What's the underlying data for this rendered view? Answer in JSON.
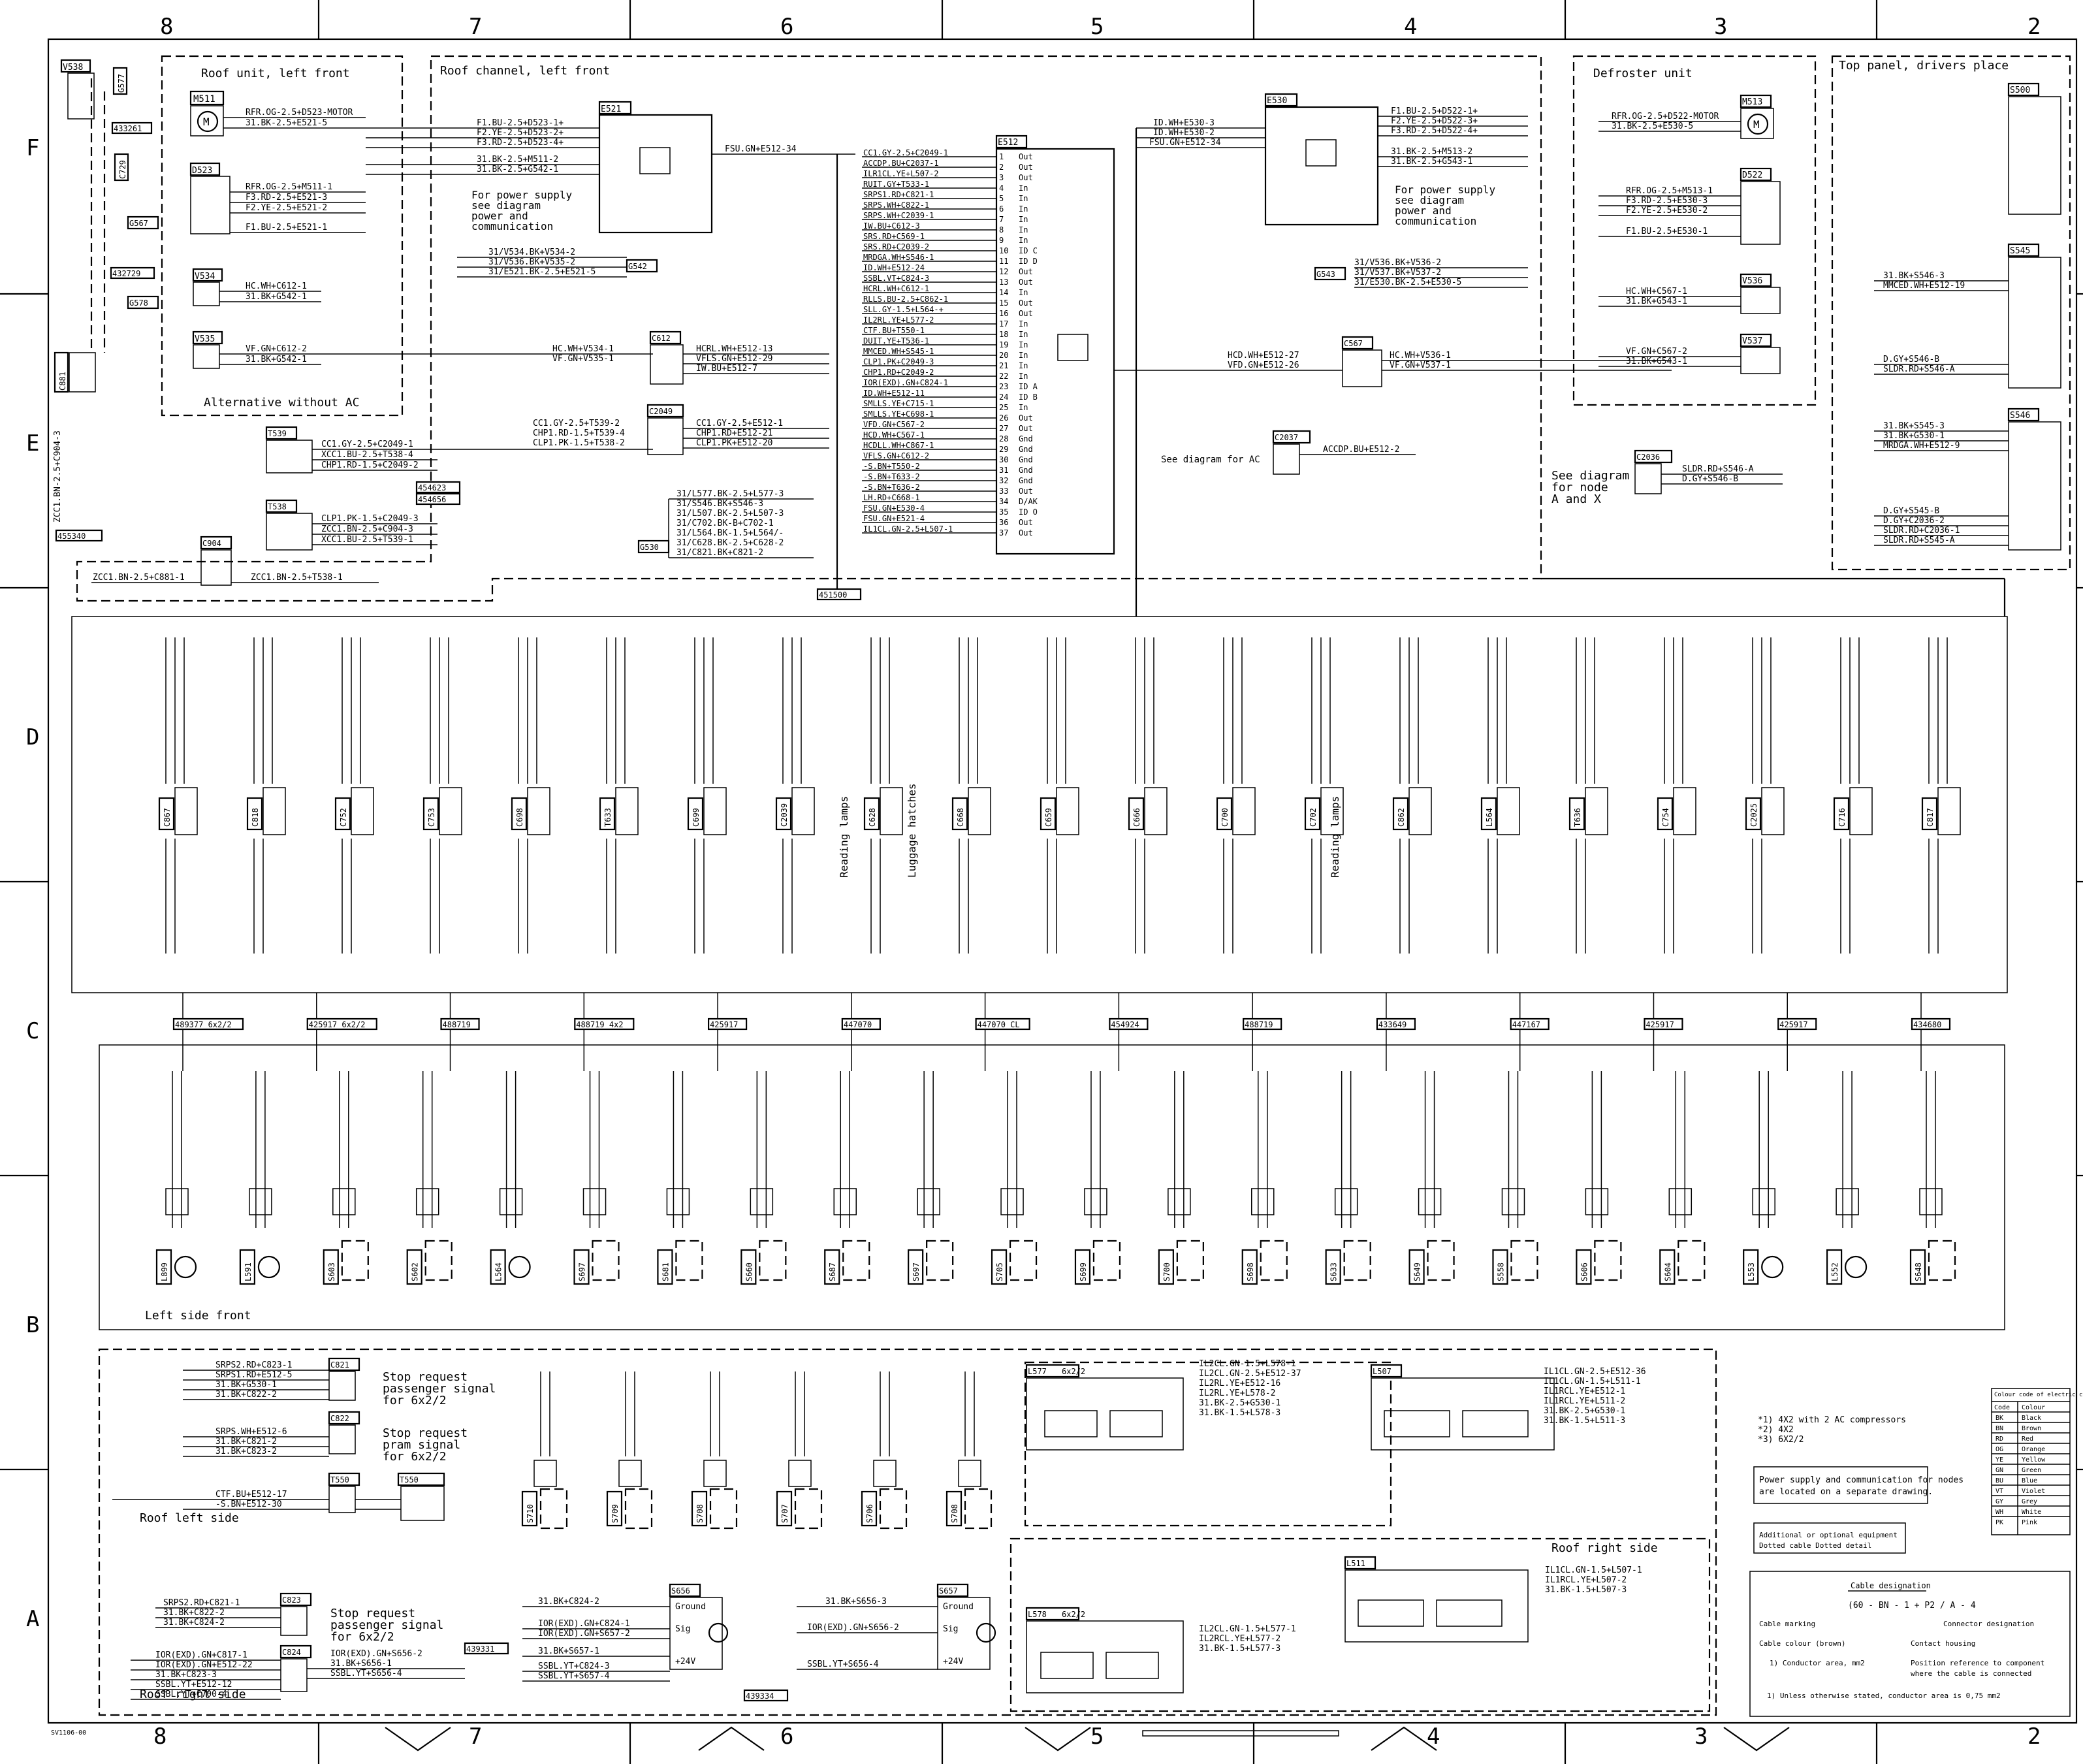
{
  "border": {
    "columns": [
      "8",
      "7",
      "6",
      "5",
      "4",
      "3",
      "2"
    ],
    "rows": [
      "F",
      "E",
      "D",
      "C",
      "B",
      "A"
    ],
    "sheet_id": "SV1106-00"
  },
  "sections": {
    "roof_unit": "Roof unit, left front",
    "alt_no_ac": "Alternative without AC",
    "roof_channel": "Roof channel, left front",
    "defroster": "Defroster unit",
    "top_panel": "Top panel, drivers place",
    "left_side_front": "Left side front",
    "roof_left": "Roof left side",
    "roof_right_bottom": "Roof right side",
    "roof_right": "Roof right side"
  },
  "notes": {
    "power_supply": [
      "For power supply",
      "see diagram",
      "power and",
      "communication"
    ],
    "see_ac": "See diagram for AC",
    "see_node": [
      "See diagram",
      "for node",
      "A and X"
    ],
    "reading_lamps": "Reading lamps",
    "luggage_hatches": "Luggage hatches",
    "compressor_notes": [
      "*1) 4X2 with 2 AC compressors",
      "*2) 4X2",
      "*3) 6X2/2"
    ],
    "power_nodes": [
      "Power supply and communication for nodes",
      "are located on a separate drawing."
    ],
    "optional": [
      "Additional or optional equipment",
      "Dotted cable  Dotted detail"
    ],
    "stop_pass": [
      "Stop request",
      "passenger signal",
      "for 6x2/2"
    ],
    "stop_pram": [
      "Stop request",
      "pram signal",
      "for 6x2/2"
    ],
    "stop_pass_a": [
      "Stop request",
      "passenger signal",
      "for 6x2/2"
    ]
  },
  "components": {
    "E521": "E521",
    "E512": "E512",
    "E530": "E530",
    "M511": "M511",
    "M513": "M513",
    "D523": "D523",
    "D522": "D522",
    "V534": "V534",
    "V535": "V535",
    "V536": "V536",
    "V537": "V537",
    "V538": "V538",
    "G577": "G577",
    "C729": "C729",
    "G567": "G567",
    "G578": "G578",
    "C881": "C881",
    "C904": "C904",
    "T539": "T539",
    "T538": "T538",
    "C612": "C612",
    "C2049": "C2049",
    "G530": "G530",
    "G542": "G542",
    "G543": "G543",
    "C567": "C567",
    "C2037": "C2037",
    "C2036": "C2036",
    "S500": "S500",
    "S545": "S545",
    "S546": "S546",
    "C821": "C821",
    "C822": "C822",
    "T550": "T550",
    "T550b": "T550",
    "C823": "C823",
    "C824": "C824",
    "S656": "S656",
    "S657": "S657",
    "L577": "L577",
    "L507": "L507",
    "L511": "L511",
    "L578": "L578",
    "id_433261": "433261",
    "id_432729": "432729",
    "id_455340": "455340",
    "id_454623": "454623",
    "id_454656": "454656",
    "id_451500": "451500",
    "id_439331": "439331",
    "id_439334": "439334"
  },
  "wires": {
    "m511a": "RFR.OG-2.5+D523-MOTOR",
    "m511b": "31.BK-2.5+E521-5",
    "d523a": "RFR.OG-2.5+M511-1",
    "d523b": "F3.RD-2.5+E521-3",
    "d523c": "F2.YE-2.5+E521-2",
    "d523d": "F1.BU-2.5+E521-1",
    "v534a": "HC.WH+C612-1",
    "v534b": "31.BK+G542-1",
    "v535a": "VF.GN+C612-2",
    "v535b": "31.BK+G542-1",
    "e521a": "F1.BU-2.5+D523-1+",
    "e521b": "F2.YE-2.5+D523-2+",
    "e521c": "F3.RD-2.5+D523-4+",
    "e521d": "31.BK-2.5+M511-2",
    "e521e": "31.BK-2.5+G542-1",
    "e521f": "FSU.GN+E512-34",
    "g542a": "31/V534.BK+V534-2",
    "g542b": "31/V536.BK+V535-2",
    "g542c": "31/E521.BK-2.5+E521-5",
    "c612a": "HC.WH+V534-1",
    "c612b": "VF.GN+V535-1",
    "c612c": "HCRL.WH+E512-13",
    "c612d": "VFLS.GN+E512-29",
    "c612e": "IW.BU+E512-7",
    "c2049a": "CC1.GY-2.5+T539-2",
    "c2049b": "CHP1.RD-1.5+T539-4",
    "c2049c": "CLP1.PK-1.5+T538-2",
    "c2049d": "CC1.GY-2.5+E512-1",
    "c2049e": "CHP1.RD+E512-21",
    "c2049f": "CLP1.PK+E512-20",
    "t539a": "CC1.GY-2.5+C2049-1",
    "t539b": "XCC1.BU-2.5+T538-4",
    "t539c": "CHP1.RD-1.5+C2049-2",
    "t538a": "CLP1.PK-1.5+C2049-3",
    "t538b": "ZCC1.BN-2.5+C904-3",
    "t538c": "XCC1.BU-2.5+T539-1",
    "c904a": "ZCC1.BN-2.5+C881-1",
    "c904b": "ZCC1.BN-2.5+T538-1",
    "c881": "ZCC1.BN-2.5+C904-3",
    "g530a": "31/L577.BK-2.5+L577-3",
    "g530b": "31/S546.BK+S546-3",
    "g530c": "31/L507.BK-2.5+L507-3",
    "g530d": "31/C702.BK-B+C702-1",
    "g530e": "31/L564.BK-1.5+L564/-",
    "g530f": "31/C628.BK-2.5+C628-2",
    "g530g": "31/C821.BK+C821-2",
    "e530a": "ID.WH+E530-3",
    "e530b": "ID.WH+E530-2",
    "e530c": "FSU.GN+E512-34",
    "e530d": "F1.BU-2.5+D522-1+",
    "e530e": "F2.YE-2.5+D522-3+",
    "e530f": "F3.RD-2.5+D522-4+",
    "e530g": "31.BK-2.5+M513-2",
    "e530h": "31.BK-2.5+G543-1",
    "g543a": "31/V536.BK+V536-2",
    "g543b": "31/V537.BK+V537-2",
    "g543c": "31/E530.BK-2.5+E530-5",
    "c567a": "HCD.WH+E512-27",
    "c567b": "VFD.GN+E512-26",
    "c567c": "HC.WH+V536-1",
    "c567d": "VF.GN+V537-1",
    "c2037": "ACCDP.BU+E512-2",
    "c2036a": "SLDR.RD+S546-A",
    "c2036b": "D.GY+S546-B",
    "m513a": "RFR.OG-2.5+D522-MOTOR",
    "m513b": "31.BK-2.5+E530-5",
    "d522a": "RFR.OG-2.5+M513-1",
    "d522b": "F3.RD-2.5+E530-3",
    "d522c": "F2.YE-2.5+E530-2",
    "d522d": "F1.BU-2.5+E530-1",
    "v536a": "HC.WH+C567-1",
    "v536b": "31.BK+G543-1",
    "v537a": "VF.GN+C567-2",
    "v537b": "31.BK+G543-1",
    "s545a": "31.BK+S546-3",
    "s545b": "MMCED.WH+E512-19",
    "s545c": "D.GY+S546-B",
    "s545d": "SLDR.RD+S546-A",
    "s546a": "31.BK+S545-3",
    "s546b": "31.BK+G530-1",
    "s546c": "MRDGA.WH+E512-9",
    "s546d": "D.GY+S545-B",
    "s546e": "D.GY+C2036-2",
    "s546f": "SLDR.RD+C2036-1",
    "s546g": "SLDR.RD+S545-A",
    "c821a": "SRPS2.RD+C823-1",
    "c821b": "SRPS1.RD+E512-5",
    "c821c": "31.BK+G530-1",
    "c821d": "31.BK+C822-2",
    "c822a": "SRPS.WH+E512-6",
    "c822b": "31.BK+C821-2",
    "c822c": "31.BK+C823-2",
    "t550a": "CTF.BU+E512-17",
    "t550b": "-S.BN+E512-30",
    "c823a": "SRPS2.RD+C821-1",
    "c823b": "31.BK+C822-2",
    "c823c": "31.BK+C824-2",
    "c824a": "IOR(EXD).GN+C817-1",
    "c824b": "IOR(EXD).GN+E512-22",
    "c824c": "31.BK+C823-3",
    "c824d": "SSBL.YT+E512-12",
    "c824e": "SSBL.YT+C700-4",
    "c824f": "IOR(EXD).GN+S656-2",
    "c824g": "31.BK+S656-1",
    "c824h": "SSBL.YT+S656-4",
    "s656a": "31.BK+C824-2",
    "s656b": "IOR(EXD).GN+C824-1",
    "s656c": "IOR(EXD).GN+S657-2",
    "s656d": "31.BK+S657-1",
    "s656e": "SSBL.YT+C824-3",
    "s656f": "SSBL.YT+S657-4",
    "s657a": "31.BK+S656-3",
    "s657b": "IOR(EXD).GN+S656-2",
    "s657c": "SSBL.YT+S656-4",
    "l577a": "IL2CL.GN-1.5+L578-1",
    "l577b": "IL2CL.GN-2.5+E512-37",
    "l577c": "IL2RL.YE+E512-16",
    "l577d": "IL2RL.YE+L578-2",
    "l577e": "31.BK-2.5+G530-1",
    "l577f": "31.BK-1.5+L578-3",
    "l507a": "IL1CL.GN-2.5+E512-36",
    "l507b": "IL1CL.GN-1.5+L511-1",
    "l507c": "IL1RCL.YE+E512-1",
    "l507d": "IL1RCL.YE+L511-2",
    "l507e": "31.BK-2.5+G530-1",
    "l507f": "31.BK-1.5+L511-3",
    "l511a": "IL1CL.GN-1.5+L507-1",
    "l511b": "IL1RCL.YE+L507-2",
    "l511c": "31.BK-1.5+L507-3",
    "l578a": "IL2CL.GN-1.5+L577-1",
    "l578b": "IL2RCL.YE+L577-2",
    "l578c": "31.BK-1.5+L577-3"
  },
  "e512": {
    "label": "E512",
    "pins": [
      {
        "n": "1",
        "dir": "Out",
        "wire": "CC1.GY-2.5+C2049-1"
      },
      {
        "n": "2",
        "dir": "Out",
        "wire": "ACCDP.BU+C2037-1"
      },
      {
        "n": "3",
        "dir": "Out",
        "wire": "ILR1CL.YE+L507-2"
      },
      {
        "n": "4",
        "dir": "In",
        "wire": "RUIT.GY+T533-1"
      },
      {
        "n": "5",
        "dir": "In",
        "wire": "SRPS1.RD+C821-1"
      },
      {
        "n": "6",
        "dir": "In",
        "wire": "SRPS.WH+C822-1"
      },
      {
        "n": "7",
        "dir": "In",
        "wire": "SRPS.WH+C2039-1"
      },
      {
        "n": "8",
        "dir": "In",
        "wire": "IW.BU+C612-3"
      },
      {
        "n": "9",
        "dir": "In",
        "wire": "SRS.RD+C569-1"
      },
      {
        "n": "10",
        "dir": "ID C",
        "wire": "SRS.RD+C2039-2"
      },
      {
        "n": "11",
        "dir": "ID D",
        "wire": "MRDGA.WH+S546-1"
      },
      {
        "n": "12",
        "dir": "Out",
        "wire": "ID.WH+E512-24"
      },
      {
        "n": "13",
        "dir": "Out",
        "wire": "SSBL.VT+C824-3"
      },
      {
        "n": "14",
        "dir": "In",
        "wire": "HCRL.WH+C612-1"
      },
      {
        "n": "15",
        "dir": "Out",
        "wire": "RLLS.BU-2.5+C862-1"
      },
      {
        "n": "16",
        "dir": "Out",
        "wire": "SLL.GY-1.5+L564-+"
      },
      {
        "n": "17",
        "dir": "In",
        "wire": "IL2RL.YE+L577-2"
      },
      {
        "n": "18",
        "dir": "In",
        "wire": "CTF.BU+T550-1"
      },
      {
        "n": "19",
        "dir": "In",
        "wire": "DUIT.YE+T536-1"
      },
      {
        "n": "20",
        "dir": "In",
        "wire": "MMCED.WH+S545-1"
      },
      {
        "n": "21",
        "dir": "In",
        "wire": "CLP1.PK+C2049-3"
      },
      {
        "n": "22",
        "dir": "In",
        "wire": "CHP1.RD+C2049-2"
      },
      {
        "n": "23",
        "dir": "ID A",
        "wire": "IOR(EXD).GN+C824-1"
      },
      {
        "n": "24",
        "dir": "ID B",
        "wire": "ID.WH+E512-11"
      },
      {
        "n": "25",
        "dir": "In",
        "wire": "SMLLS.YE+C715-1"
      },
      {
        "n": "26",
        "dir": "Out",
        "wire": "SMLLS.YE+C698-1"
      },
      {
        "n": "27",
        "dir": "Out",
        "wire": "VFD.GN+C567-2"
      },
      {
        "n": "28",
        "dir": "Gnd",
        "wire": "HCD.WH+C567-1"
      },
      {
        "n": "29",
        "dir": "Gnd",
        "wire": "HCDLL.WH+C867-1"
      },
      {
        "n": "30",
        "dir": "Gnd",
        "wire": "VFLS.GN+C612-2"
      },
      {
        "n": "31",
        "dir": "Gnd",
        "wire": "-S.BN+T550-2"
      },
      {
        "n": "32",
        "dir": "Gnd",
        "wire": "-S.BN+T633-2"
      },
      {
        "n": "33",
        "dir": "Out",
        "wire": "-S.BN+T636-2"
      },
      {
        "n": "34",
        "dir": "D/AK",
        "wire": "LH.RD+C668-1"
      },
      {
        "n": "35",
        "dir": "ID O",
        "wire": "FSU.GN+E530-4"
      },
      {
        "n": "36",
        "dir": "Out",
        "wire": "FSU.GN+E521-4"
      },
      {
        "n": "37",
        "dir": "Out",
        "wire": "IL1CL.GN-2.5+L507-1"
      }
    ]
  },
  "connectors_d": [
    {
      "label": "C867"
    },
    {
      "label": "C818"
    },
    {
      "label": "C752"
    },
    {
      "label": "C753"
    },
    {
      "label": "C698"
    },
    {
      "label": "T633"
    },
    {
      "label": "C699"
    },
    {
      "label": "C2039"
    },
    {
      "label": "C628"
    },
    {
      "label": "C668"
    },
    {
      "label": "C659"
    },
    {
      "label": "C666"
    },
    {
      "label": "C700"
    },
    {
      "label": "C702"
    },
    {
      "label": "C862"
    },
    {
      "label": "L564"
    },
    {
      "label": "T636"
    },
    {
      "label": "C754"
    },
    {
      "label": "C2025"
    },
    {
      "label": "C716"
    },
    {
      "label": "C817"
    }
  ],
  "cable_refs": [
    "489377 6x2/2",
    "425917 6x2/2",
    "488719",
    "488719 4x2",
    "425917",
    "447070",
    "447070 CL",
    "454924",
    "488719",
    "433649",
    "447167",
    "425917",
    "425917",
    "434680"
  ],
  "devices_b": [
    {
      "label": "L899"
    },
    {
      "label": "L591"
    },
    {
      "label": "S603"
    },
    {
      "label": "S602"
    },
    {
      "label": "L564"
    },
    {
      "label": "S697"
    },
    {
      "label": "S681"
    },
    {
      "label": "S660"
    },
    {
      "label": "S687"
    },
    {
      "label": "S697"
    },
    {
      "label": "S705"
    },
    {
      "label": "S699"
    },
    {
      "label": "S700"
    },
    {
      "label": "S698"
    },
    {
      "label": "S633"
    },
    {
      "label": "S649"
    },
    {
      "label": "S558"
    },
    {
      "label": "S606"
    },
    {
      "label": "S604"
    },
    {
      "label": "L553"
    },
    {
      "label": "L552"
    },
    {
      "label": "S648"
    }
  ],
  "roof_switches": [
    {
      "label": "S710"
    },
    {
      "label": "S709"
    },
    {
      "label": "S708"
    },
    {
      "label": "S707"
    },
    {
      "label": "S706"
    },
    {
      "label": "S708"
    }
  ],
  "colour_table": {
    "title": "Colour code of electric cables",
    "header": [
      "Code",
      "Colour"
    ],
    "rows": [
      [
        "BK",
        "Black"
      ],
      [
        "BN",
        "Brown"
      ],
      [
        "RD",
        "Red"
      ],
      [
        "OG",
        "Orange"
      ],
      [
        "YE",
        "Yellow"
      ],
      [
        "GN",
        "Green"
      ],
      [
        "BU",
        "Blue"
      ],
      [
        "VT",
        "Violet"
      ],
      [
        "GY",
        "Grey"
      ],
      [
        "WH",
        "White"
      ],
      [
        "PK",
        "Pink"
      ]
    ]
  },
  "cable_designation": {
    "title": "Cable designation",
    "example": "(60 - BN - 1 + P2 / A - 4",
    "marking": "Cable marking",
    "colour": "Cable colour (brown)",
    "area": "1) Conductor area, mm2",
    "connector": "Connector designation",
    "housing": "Contact housing",
    "position": "Position reference to component",
    "where": "where the cable is connected",
    "footnote": "1) Unless otherwise stated, conductor area is 0,75 mm2"
  }
}
